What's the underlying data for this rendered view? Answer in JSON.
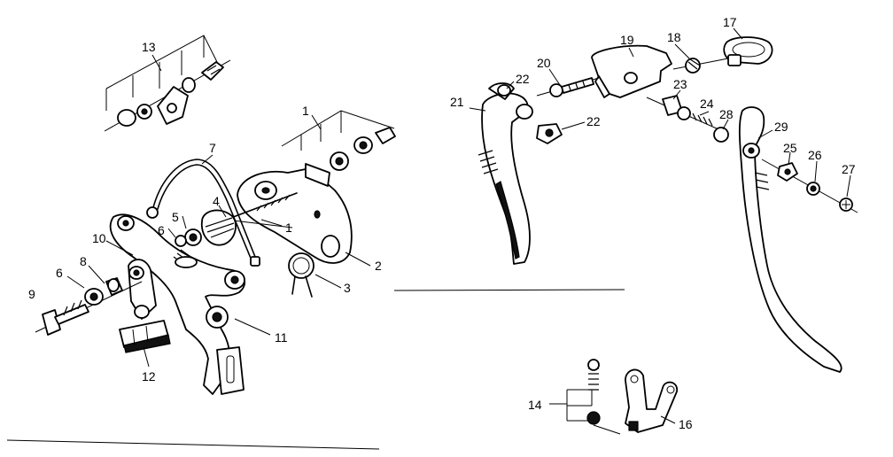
{
  "diagram": {
    "labels": {
      "l1a": "1",
      "l1b": "1",
      "l2": "2",
      "l3": "3",
      "l4": "4",
      "l5": "5",
      "l6a": "6",
      "l6b": "6",
      "l7": "7",
      "l8": "8",
      "l9": "9",
      "l10": "10",
      "l11": "11",
      "l12": "12",
      "l13": "13",
      "l14": "14",
      "l16": "16",
      "l17": "17",
      "l18": "18",
      "l19": "19",
      "l20": "20",
      "l21": "21",
      "l22a": "22",
      "l22b": "22",
      "l23": "23",
      "l24": "24",
      "l25": "25",
      "l26": "26",
      "l27": "27",
      "l28": "28",
      "l29": "29"
    }
  }
}
